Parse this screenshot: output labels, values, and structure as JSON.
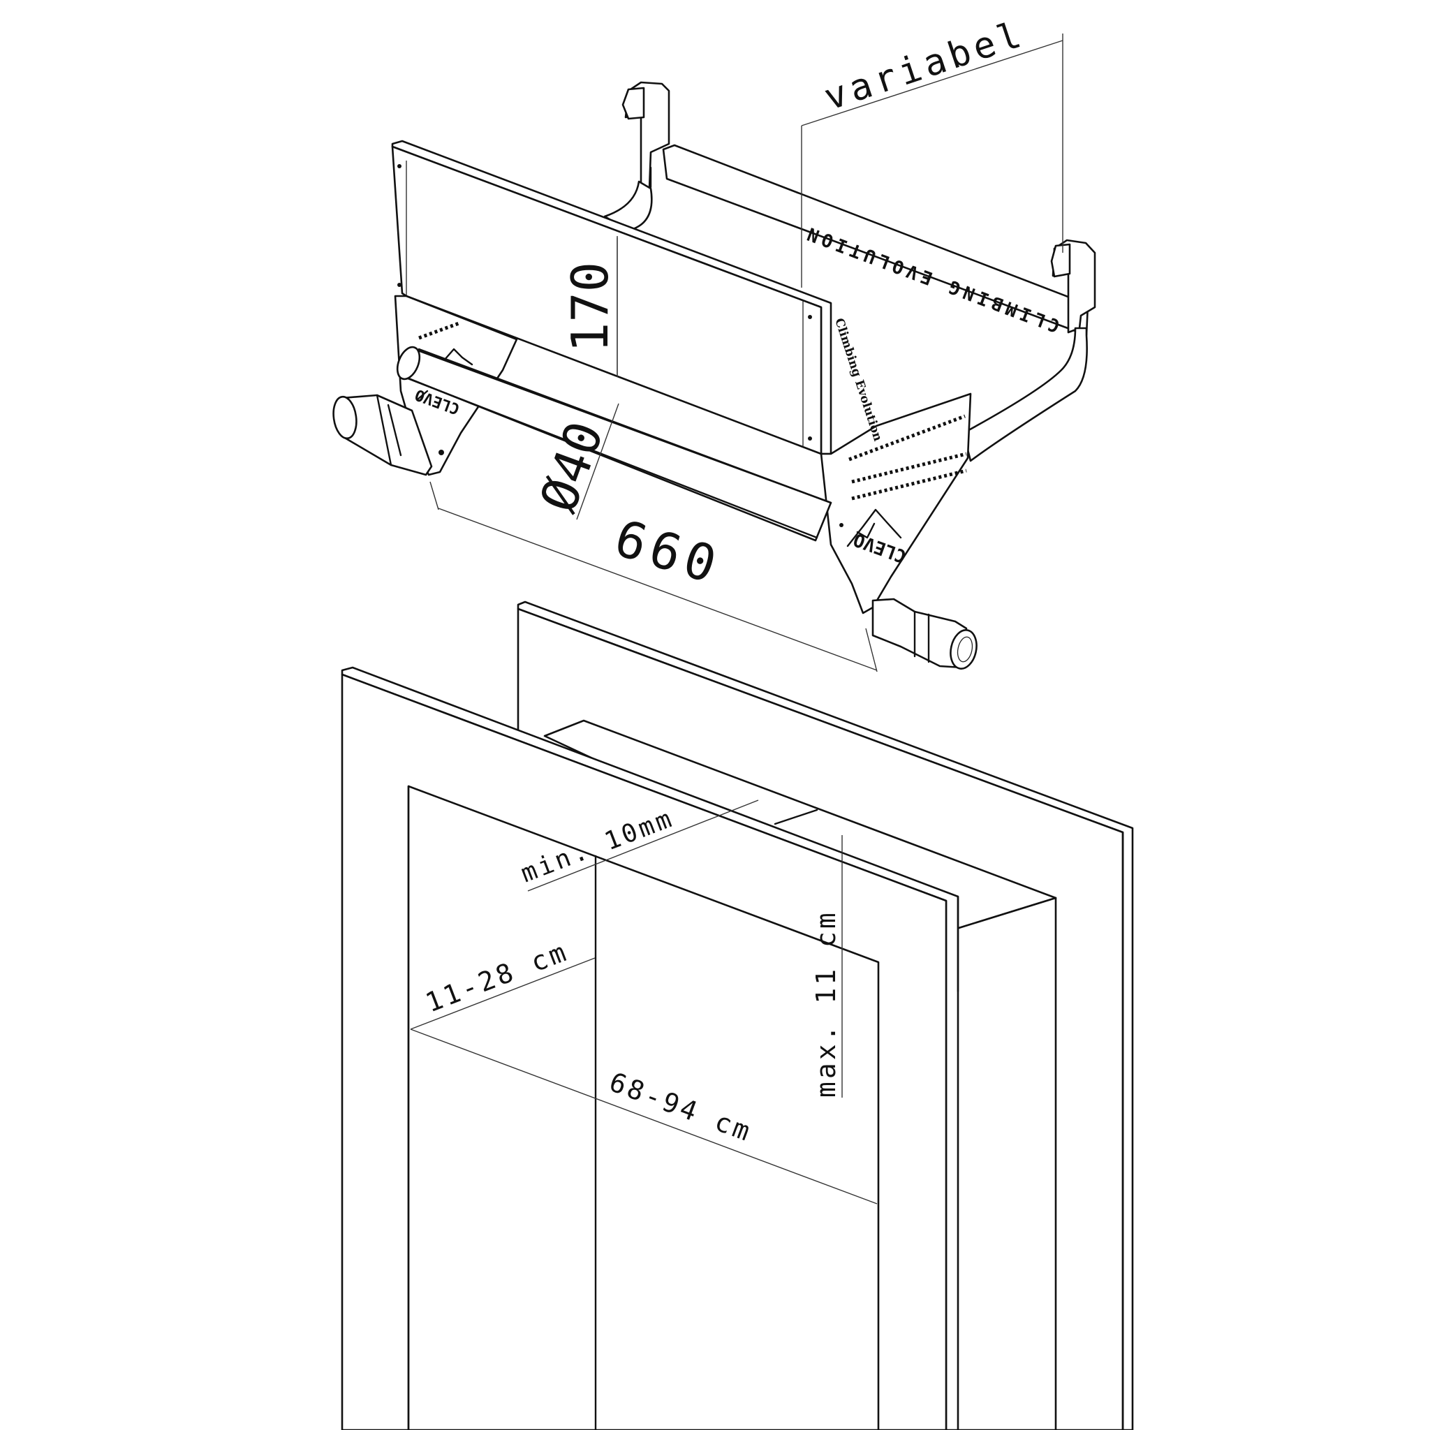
{
  "bracket": {
    "brand_text": "CLIMBING EVOLUTION",
    "side_script": "Climbing Evolution",
    "logo_text": "CLEVO"
  },
  "dimensions": {
    "variable": "variabel",
    "height": "170",
    "diameter": "Ø40",
    "length": "660",
    "min_gap": "min. 10mm",
    "wall_depth": "11-28 cm",
    "door_width": "68-94 cm",
    "max_thickness": "max. 11 cm"
  }
}
